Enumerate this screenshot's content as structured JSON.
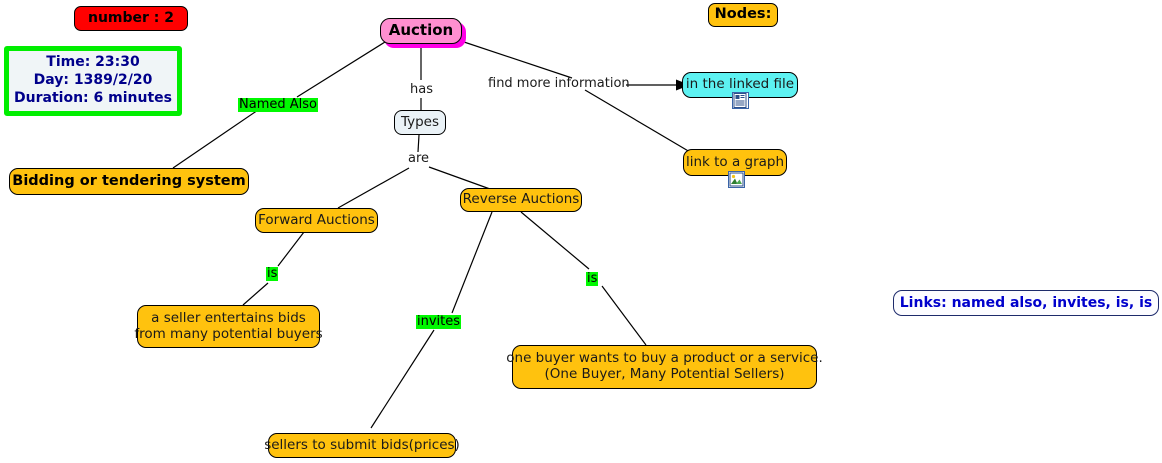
{
  "map": {
    "title": "Auction",
    "legend": {
      "number_label": "number : 2",
      "nodes_label": "Nodes:",
      "links_label": "Links: named also, invites, is, is",
      "session": {
        "time": "Time: 23:30",
        "day": "Day: 1389/2/20",
        "duration": "Duration: 6 minutes"
      }
    },
    "colors": {
      "concept": "#FFC20E",
      "root": "#FF8FD0",
      "root_shadow": "#FF00E6",
      "pale": "#EAF2F7",
      "cyan": "#5DF2F2",
      "red": "#FF0000",
      "green_highlight": "#00F900",
      "green_border": "#00EE00",
      "links_text": "#0000CC",
      "time_text": "#00008B",
      "edge_line": "#000000"
    },
    "nodes": [
      {
        "id": "auction",
        "label": "Auction"
      },
      {
        "id": "types",
        "label": "Types"
      },
      {
        "id": "bidding",
        "label": "Bidding or tendering system"
      },
      {
        "id": "forward",
        "label": "Forward Auctions"
      },
      {
        "id": "reverse",
        "label": "Reverse Auctions"
      },
      {
        "id": "seller-bids",
        "label": "a seller entertains bids\nfrom many potential buyers"
      },
      {
        "id": "sellers-submit",
        "label": "sellers to submit bids(prices)"
      },
      {
        "id": "one-buyer",
        "label": "one buyer wants to buy a product or a service.\n(One Buyer, Many Potential Sellers)"
      },
      {
        "id": "linked-file",
        "label": "in the linked file"
      },
      {
        "id": "link-graph",
        "label": "link to a graph"
      }
    ],
    "edge_labels": [
      {
        "id": "named-also",
        "label": "Named Also",
        "highlight": true
      },
      {
        "id": "has",
        "label": "has",
        "highlight": false
      },
      {
        "id": "are",
        "label": "are",
        "highlight": false
      },
      {
        "id": "find-more",
        "label": "find more information",
        "highlight": false
      },
      {
        "id": "is-forward",
        "label": "is",
        "highlight": true
      },
      {
        "id": "invites",
        "label": "invites",
        "highlight": true
      },
      {
        "id": "is-reverse",
        "label": "is",
        "highlight": true
      }
    ],
    "resource_icons": [
      {
        "id": "linked-file-icon",
        "kind": "document-icon"
      },
      {
        "id": "link-graph-icon",
        "kind": "image-icon"
      }
    ]
  }
}
